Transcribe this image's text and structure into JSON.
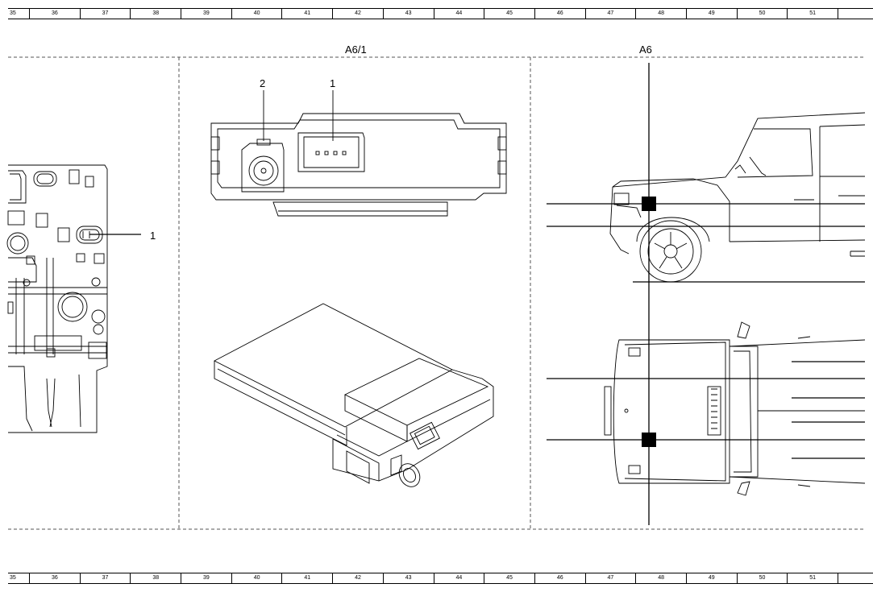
{
  "ruler": {
    "cells": [
      "35",
      "36",
      "37",
      "38",
      "39",
      "40",
      "41",
      "42",
      "43",
      "44",
      "45",
      "46",
      "47",
      "48",
      "49",
      "50",
      "51",
      ""
    ]
  },
  "sections": {
    "a6_1_title": "A6/1",
    "a6_title": "A6"
  },
  "callouts": {
    "left_pin": "1",
    "a6_1_pin2": "2",
    "a6_1_pin1": "1"
  }
}
